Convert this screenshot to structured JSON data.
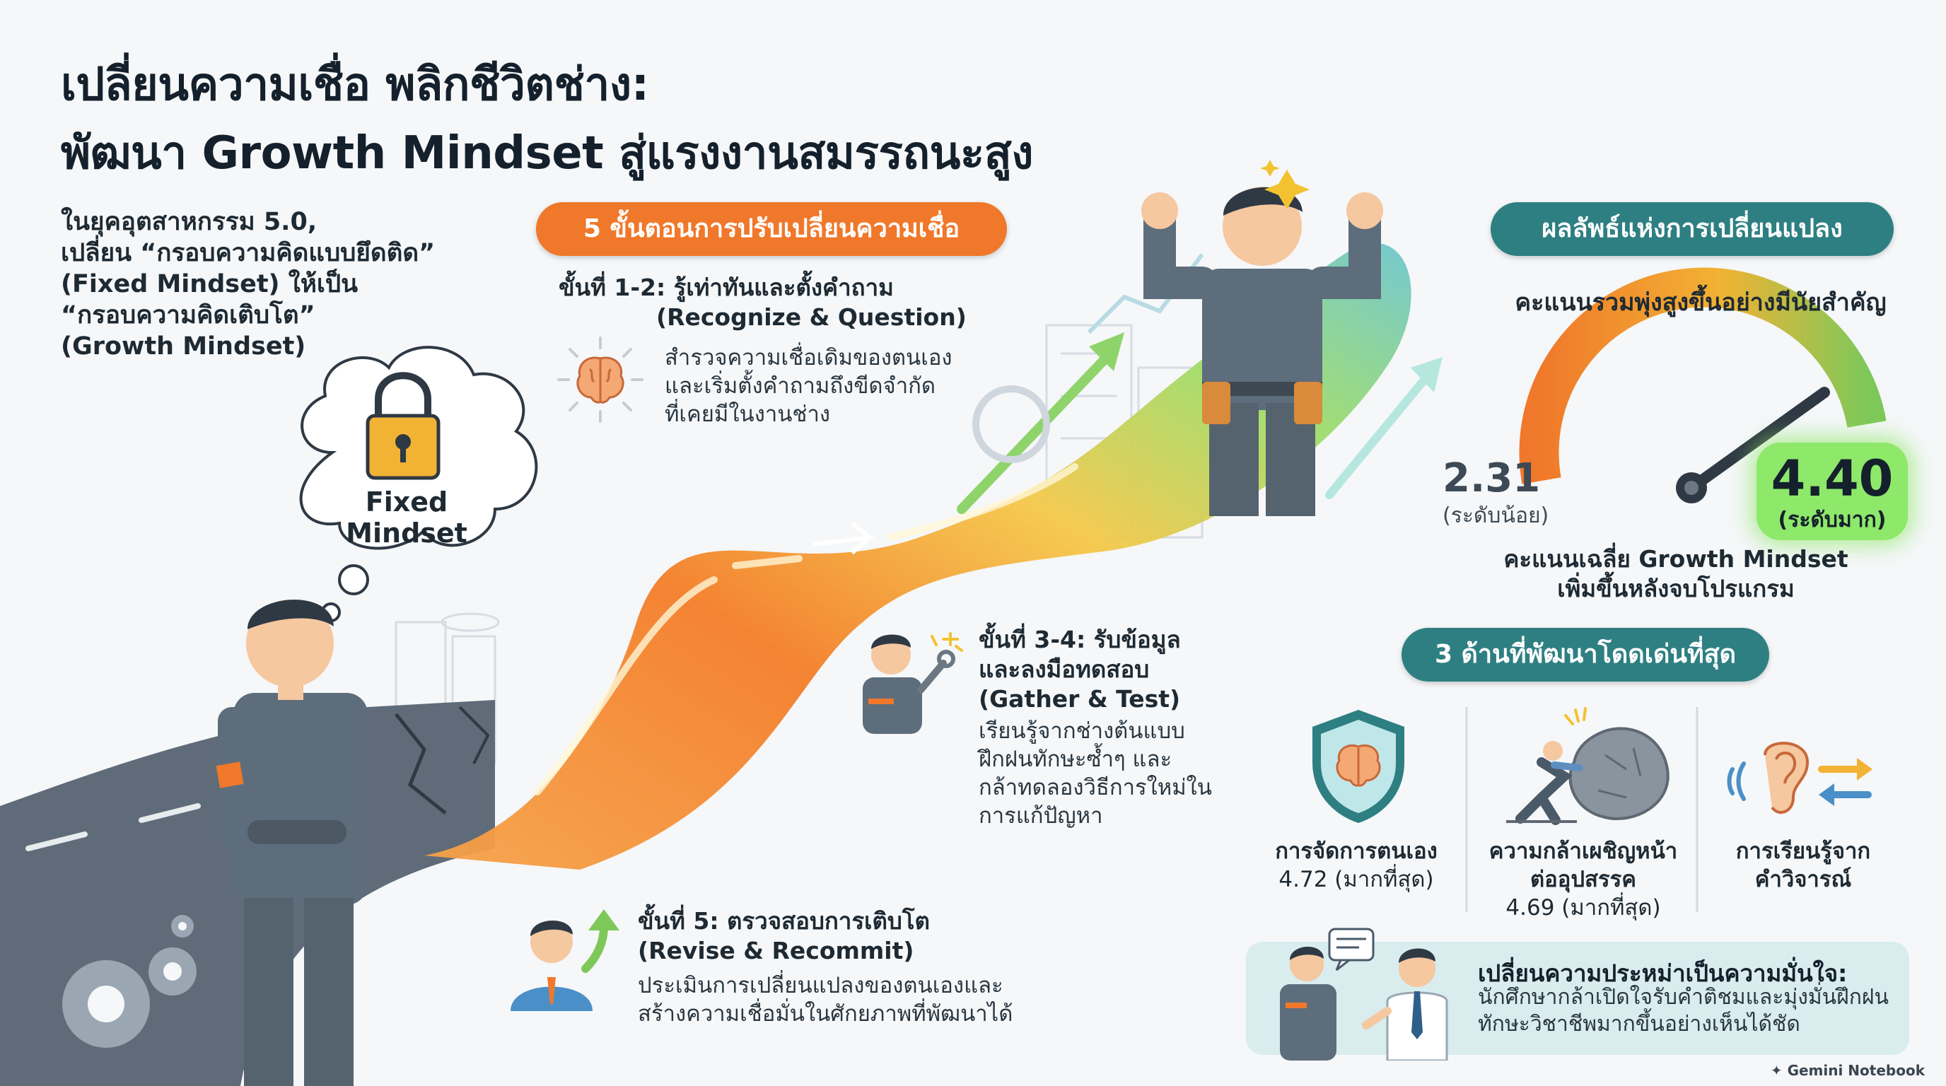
{
  "title": {
    "line1": "เปลี่ยนความเชื่อ พลิกชีวิตช่าง:",
    "line2": "พัฒนา Growth Mindset สู่แรงงานสมรรถนะสูง"
  },
  "intro": {
    "lines": [
      "ในยุคอุตสาหกรรม 5.0,",
      "เปลี่ยน “กรอบความคิดแบบยึดติด”",
      "(Fixed Mindset) ให้เป็น",
      "“กรอบความคิดเติบโต”",
      "(Growth Mindset)"
    ]
  },
  "cloud": {
    "line1": "Fixed",
    "line2": "Mindset"
  },
  "steps_header": "5 ขั้นตอนการปรับเปลี่ยนความเชื่อ",
  "steps": [
    {
      "title_lines": [
        "ขั้นที่ 1-2: รู้เท่าทันและตั้งคำถาม",
        "(Recognize & Question)"
      ],
      "body_lines": [
        "สำรวจความเชื่อเดิมของตนเอง",
        "และเริ่มตั้งคำถามถึงขีดจำกัด",
        "ที่เคยมีในงานช่าง"
      ],
      "icon": "brain-icon"
    },
    {
      "title_lines": [
        "ขั้นที่ 3-4: รับข้อมูล",
        "และลงมือทดสอบ",
        "(Gather & Test)"
      ],
      "body_lines": [
        "เรียนรู้จากช่างต้นแบบ",
        "ฝึกฝนทักษะซ้ำๆ และ",
        "กล้าทดลองวิธีการใหม่ใน",
        "การแก้ปัญหา"
      ],
      "icon": "mechanic-wrench-icon"
    },
    {
      "title_lines": [
        "ขั้นที่ 5: ตรวจสอบการเติบโต",
        "(Revise & Recommit)"
      ],
      "body_lines": [
        "ประเมินการเปลี่ยนแปลงของตนเองและ",
        "สร้างความเชื่อมั่นในศักยภาพที่พัฒนาได้"
      ],
      "icon": "person-growth-arrow-icon"
    }
  ],
  "results_header": "ผลลัพธ์แห่งการเปลี่ยนแปลง",
  "gauge": {
    "subtitle": "คะแนนรวมพุ่งสูงขึ้นอย่างมีนัยสำคัญ",
    "low_value": "2.31",
    "low_label": "(ระดับน้อย)",
    "high_value": "4.40",
    "high_label": "(ระดับมาก)",
    "caption_lines": [
      "คะแนนเฉลี่ย Growth Mindset",
      "เพิ่มขึ้นหลังจบโปรแกรม"
    ],
    "colors": [
      "#f0782a",
      "#f2b233",
      "#7ec85a"
    ]
  },
  "aspects_header": "3 ด้านที่พัฒนาโดดเด่นที่สุด",
  "aspects": [
    {
      "lines": [
        "การจัดการตนเอง"
      ],
      "score": "4.72 (มากที่สุด)",
      "icon": "shield-brain-icon"
    },
    {
      "lines": [
        "ความกล้าเผชิญหน้า",
        "ต่ออุปสรรค"
      ],
      "score": "4.69 (มากที่สุด)",
      "icon": "pushing-boulder-icon"
    },
    {
      "lines": [
        "การเรียนรู้จาก",
        "คำวิจารณ์"
      ],
      "score": "",
      "icon": "ear-feedback-icon"
    }
  ],
  "confidence": {
    "title": "เปลี่ยนความประหม่าเป็นความมั่นใจ:",
    "body_lines": [
      "นักศึกษากล้าเปิดใจรับคำติชมและมุ่งมั่นฝึกฝน",
      "ทักษะวิชาชีพมากขึ้นอย่างเห็นได้ชัด"
    ]
  },
  "brand": "Gemini Notebook"
}
